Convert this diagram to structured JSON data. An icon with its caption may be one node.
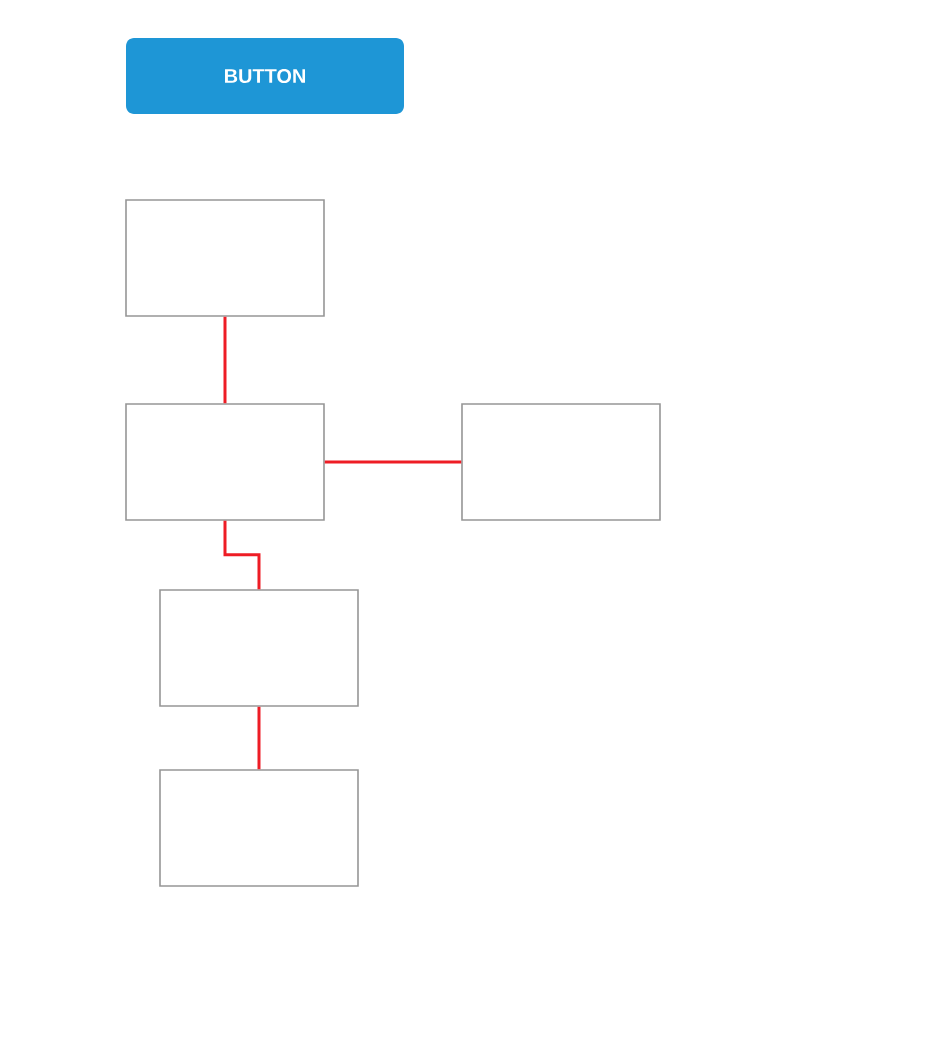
{
  "diagram": {
    "nodes": [
      {
        "text": [
          "BUTTON"
        ]
      },
      {
        "text": [],
        "shape": "box"
      },
      {
        "text": [],
        "shape": "box"
      },
      {
        "text": [],
        "shape": "box"
      },
      {
        "text": [],
        "shape": "box"
      },
      {
        "text": [],
        "shape": "box"
      }
    ],
    "edges": [
      {
        "from": 1,
        "to": 2,
        "arrow": "none"
      },
      {
        "from": 2,
        "to": 3,
        "arrow": "none"
      },
      {
        "from": 2,
        "to": 4,
        "arrow": "none"
      },
      {
        "from": 4,
        "to": 5,
        "arrow": "none"
      }
    ]
  }
}
